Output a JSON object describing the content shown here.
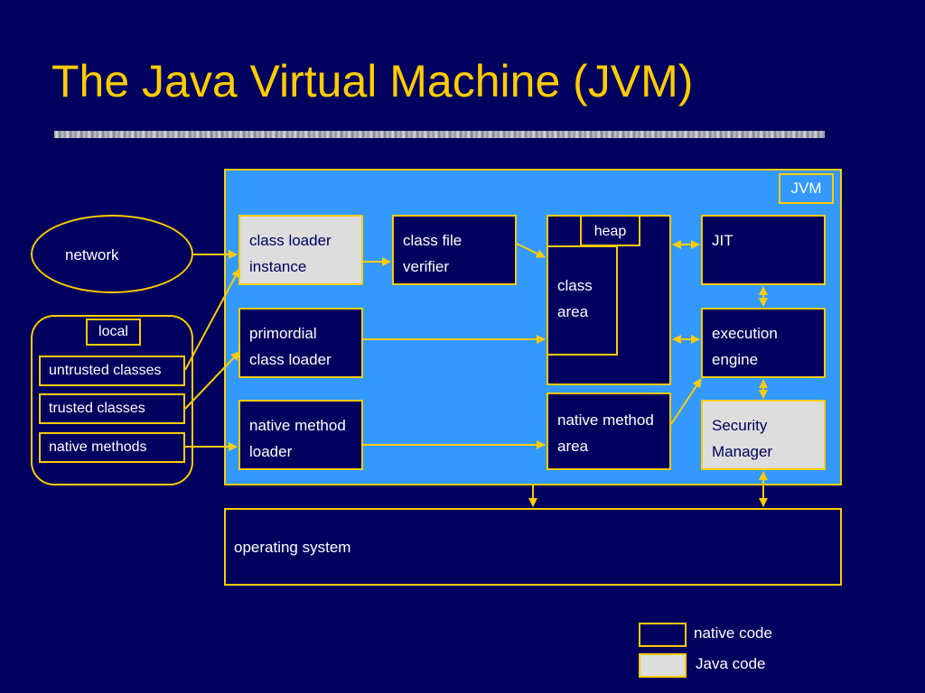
{
  "title": "The Java Virtual Machine (JVM)",
  "jvm_label": "JVM",
  "network": "network",
  "local": {
    "label": "local",
    "items": [
      "untrusted classes",
      "trusted classes",
      "native methods"
    ]
  },
  "loaders": {
    "class_loader_instance": [
      "class loader",
      "instance"
    ],
    "primordial": [
      "primordial",
      "class loader"
    ],
    "native_method_loader": [
      "native method",
      "loader"
    ]
  },
  "class_file_verifier": [
    "class file",
    "verifier"
  ],
  "heap": "heap",
  "class_area": [
    "class",
    "area"
  ],
  "native_method_area": [
    "native method",
    "area"
  ],
  "jit": "JIT",
  "execution_engine": [
    "execution",
    "engine"
  ],
  "security_manager": [
    "Security",
    "Manager"
  ],
  "operating_system": "operating system",
  "legend": {
    "native_code": "native code",
    "java_code": "Java code"
  },
  "colors": {
    "background": "#00005e",
    "accent": "#ffcc00",
    "jvm_area": "#3399ff",
    "java_code_fill": "#dddddd",
    "text": "#ffffff"
  }
}
